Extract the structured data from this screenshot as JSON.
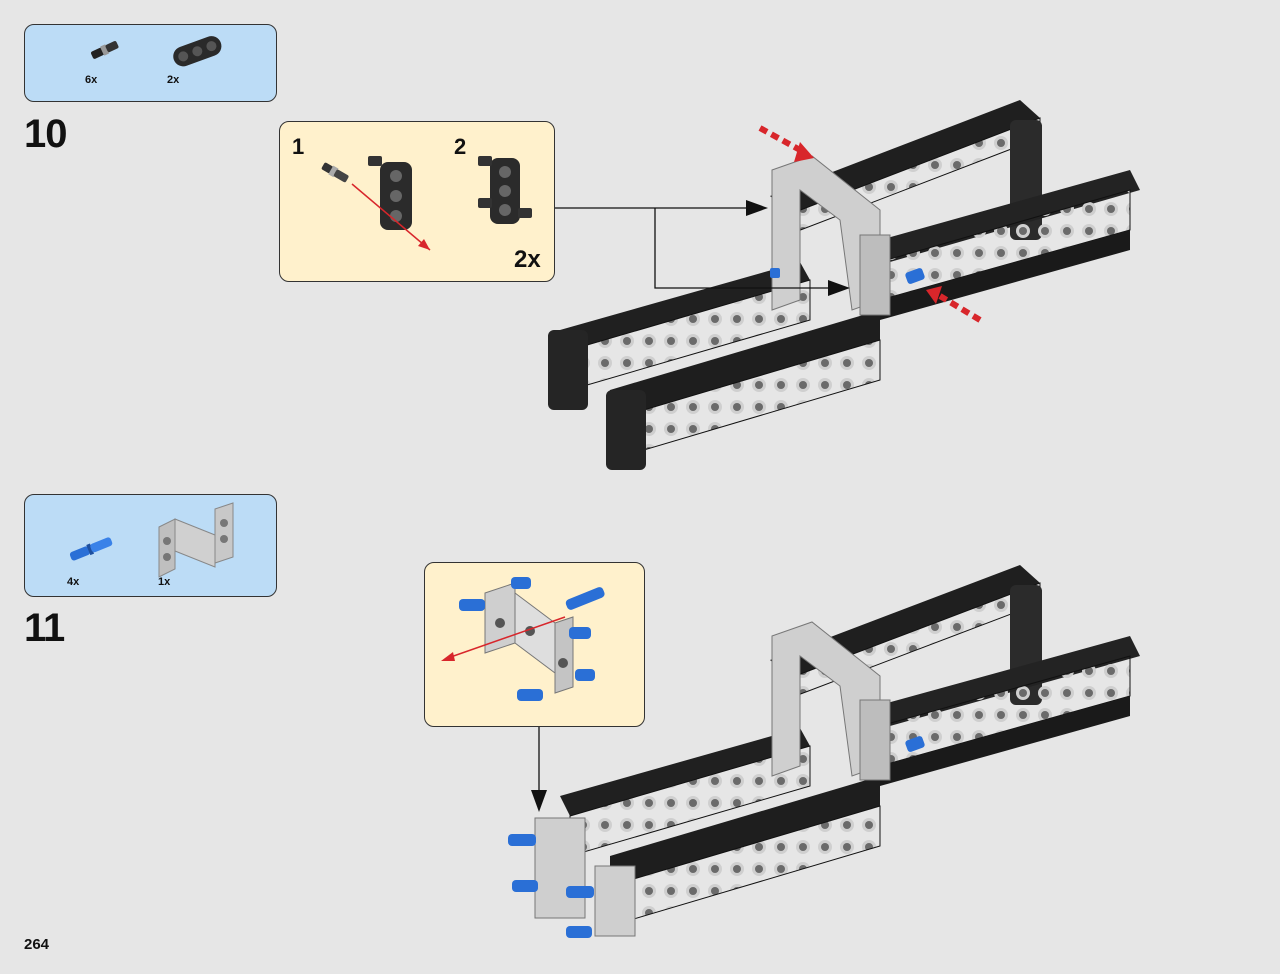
{
  "step10": {
    "number": "10",
    "parts": [
      {
        "icon": "black-axle-pin-icon",
        "qty": "6x"
      },
      {
        "icon": "black-beam-3-icon",
        "qty": "2x"
      }
    ],
    "callout": {
      "sub1": "1",
      "sub2": "2",
      "multiplier": "2x"
    }
  },
  "step11": {
    "number": "11",
    "parts": [
      {
        "icon": "blue-axle-pin-icon",
        "qty": "4x"
      },
      {
        "icon": "gray-frame-icon",
        "qty": "1x"
      }
    ]
  },
  "page": {
    "number": "264"
  },
  "colors": {
    "parts_box": "#bcdcf6",
    "callout": "#fff1cc",
    "background": "#e6e6e6",
    "arrow_red": "#d8262b",
    "pin_blue": "#2a6fd6"
  }
}
